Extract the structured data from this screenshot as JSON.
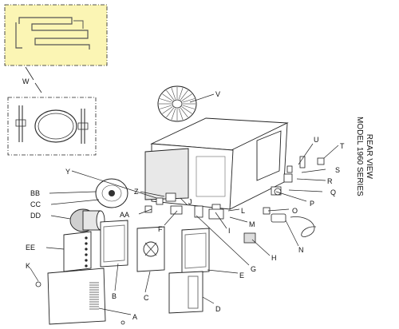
{
  "caption": {
    "line1": "REAR VIEW",
    "line2": "MODEL 1960 SERIES"
  },
  "callouts": {
    "A": "A",
    "B": "B",
    "C": "C",
    "D": "D",
    "E": "E",
    "F": "F",
    "G": "G",
    "H": "H",
    "I": "I",
    "J": "J",
    "K": "K",
    "L": "L",
    "M": "M",
    "N": "N",
    "O": "O",
    "P": "P",
    "Q": "Q",
    "R": "R",
    "S": "S",
    "T": "T",
    "U": "U",
    "V": "V",
    "W": "W",
    "Y": "Y",
    "Z": "Z",
    "AA": "AA",
    "BB": "BB",
    "CC": "CC",
    "DD": "DD",
    "EE": "EE"
  },
  "colors": {
    "highlight_fill": "#fbf5b4",
    "line": "#222222"
  }
}
